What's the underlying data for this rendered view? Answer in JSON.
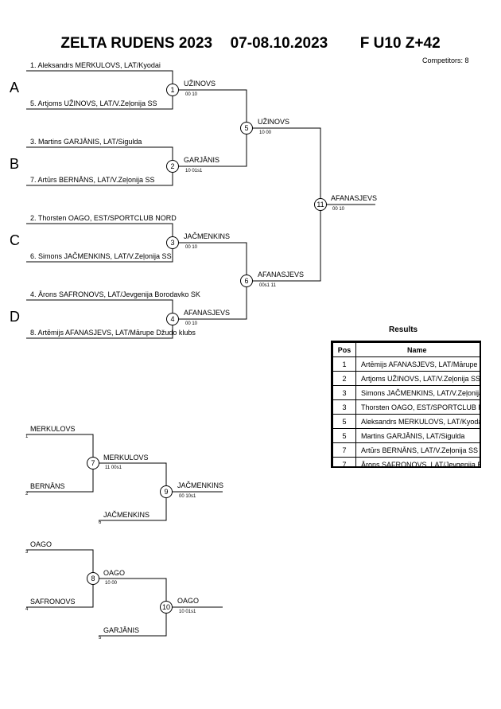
{
  "header": {
    "title": "ZELTA RUDENS 2023",
    "dates": "07-08.10.2023",
    "category": "F U10 Z+42",
    "competitors": "Competitors: 8"
  },
  "pools": [
    "A",
    "B",
    "C",
    "D"
  ],
  "entries": [
    "1. Aleksandrs MERKULOVS, LAT/Kyodai",
    "5. Artjoms UŽINOVS, LAT/V.Zeļonija SS",
    "3. Martins GARJĀNIS, LAT/Sigulda",
    "7. Artūrs BERNĀNS, LAT/V.Zeļonija SS",
    "2. Thorsten OAGO, EST/SPORTCLUB NORD",
    "6. Simons JAČMENKINS, LAT/V.Zeļonija SS",
    "4. Ārons SAFRONOVS, LAT/Jevgenija Borodavko SK",
    "8. Artēmijs AFANASJEVS, LAT/Mārupe Džudo klubs"
  ],
  "main_matches": [
    {
      "num": "1",
      "winner": "UŽINOVS",
      "score": "00   10"
    },
    {
      "num": "2",
      "winner": "GARJĀNIS",
      "score": "10   01s1"
    },
    {
      "num": "3",
      "winner": "JAČMENKINS",
      "score": "00   10"
    },
    {
      "num": "4",
      "winner": "AFANASJEVS",
      "score": "00   10"
    },
    {
      "num": "5",
      "winner": "UŽINOVS",
      "score": "10   00"
    },
    {
      "num": "6",
      "winner": "AFANASJEVS",
      "score": "00s1   11"
    },
    {
      "num": "11",
      "winner": "AFANASJEVS",
      "score": "00   10"
    }
  ],
  "repechage": {
    "entries": [
      {
        "name": "MERKULOVS",
        "seed": "1"
      },
      {
        "name": "BERNĀNS",
        "seed": "2"
      },
      {
        "name": "JAČMENKINS",
        "seed": "6"
      },
      {
        "name": "OAGO",
        "seed": "3"
      },
      {
        "name": "SAFRONOVS",
        "seed": "4"
      },
      {
        "name": "GARJĀNIS",
        "seed": "5"
      }
    ],
    "matches": [
      {
        "num": "7",
        "winner": "MERKULOVS",
        "score": "11   00s1"
      },
      {
        "num": "9",
        "winner": "JAČMENKINS",
        "score": "00   10s1"
      },
      {
        "num": "8",
        "winner": "OAGO",
        "score": "10   00"
      },
      {
        "num": "10",
        "winner": "OAGO",
        "score": "10   01s1"
      }
    ]
  },
  "results": {
    "title": "Results",
    "headers": [
      "Pos",
      "Name"
    ],
    "rows": [
      {
        "pos": "1",
        "name": "Artēmijs AFANASJEVS, LAT/Mārupe Džudo klubs"
      },
      {
        "pos": "2",
        "name": "Artjoms UŽINOVS, LAT/V.Zeļonija SS"
      },
      {
        "pos": "3",
        "name": "Simons JAČMENKINS, LAT/V.Zeļonija SS"
      },
      {
        "pos": "3",
        "name": "Thorsten OAGO, EST/SPORTCLUB NORD"
      },
      {
        "pos": "5",
        "name": "Aleksandrs MERKULOVS, LAT/Kyodai"
      },
      {
        "pos": "5",
        "name": "Martins GARJĀNIS, LAT/Sigulda"
      },
      {
        "pos": "7",
        "name": "Artūrs BERNĀNS, LAT/V.Zeļonija SS"
      },
      {
        "pos": "7",
        "name": "Ārons SAFRONOVS, LAT/Jevgenija Borodavko SK"
      }
    ]
  }
}
